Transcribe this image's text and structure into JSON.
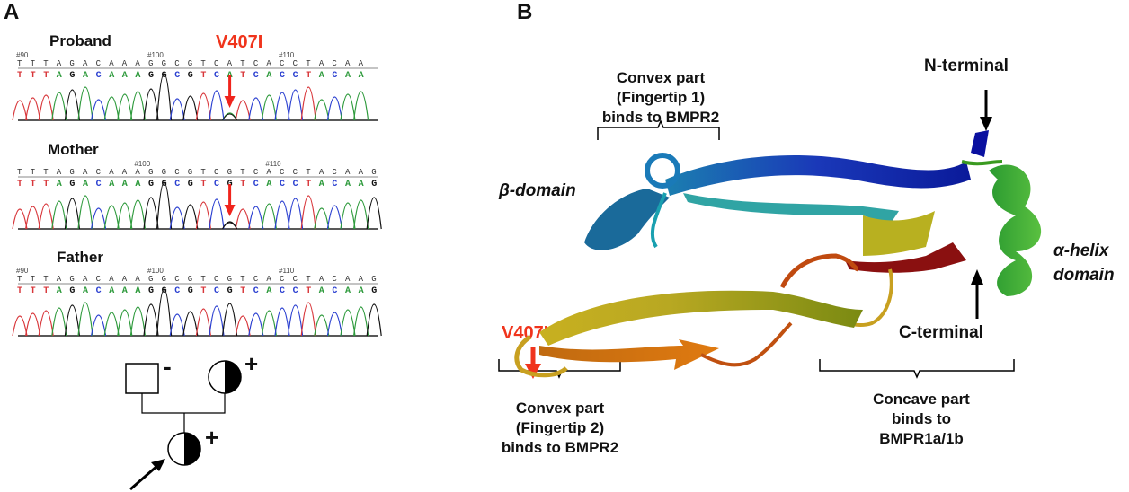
{
  "panel_a": {
    "label": "A",
    "mutation": "V407I",
    "chromatograms": [
      {
        "name": "Proband",
        "markers": [
          "#90",
          "#100",
          "#110"
        ],
        "sequence": "TTTAGACAAAGGCGTCATCACCTACAA",
        "mutation_index": 16
      },
      {
        "name": "Mother",
        "markers": [
          "#100",
          "#110"
        ],
        "sequence": "TTTAGACAAAGGCGTCGTCACCTACAAG",
        "mutation_index": 16
      },
      {
        "name": "Father",
        "markers": [
          "#90",
          "#100",
          "#110"
        ],
        "sequence": "TTTAGACAAAGGCGTCGTCACCTACAAG"
      }
    ],
    "pedigree": {
      "father_sign": "-",
      "mother_sign": "+",
      "proband_sign": "+"
    },
    "base_colors": {
      "A": "#2e9a3c",
      "C": "#2a3fd0",
      "G": "#111111",
      "T": "#d8363a"
    }
  },
  "panel_b": {
    "label": "B",
    "fingertip1": [
      "Convex part",
      "(Fingertip 1)",
      "binds to BMPR2"
    ],
    "fingertip2": [
      "Convex part",
      "(Fingertip 2)",
      "binds to BMPR2"
    ],
    "concave": [
      "Concave part",
      "binds to",
      "BMPR1a/1b"
    ],
    "n_terminal": "N-terminal",
    "c_terminal": "C-terminal",
    "beta_domain": "β-domain",
    "alpha_domain": [
      "α-helix",
      "domain"
    ],
    "mutation": "V407I"
  }
}
